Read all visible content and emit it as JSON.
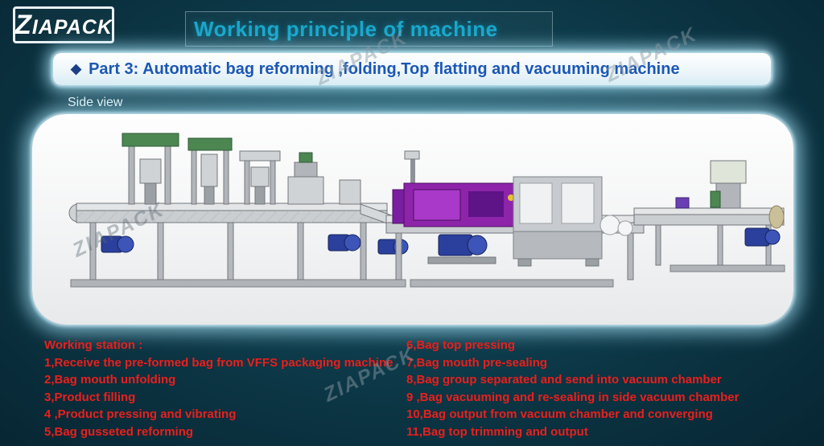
{
  "logo": {
    "text": "ZIAPACK"
  },
  "header": {
    "title": "Working principle of machine"
  },
  "banner": {
    "diamond": "◆",
    "text": "Part 3: Automatic bag reforming ,folding,Top flatting and vacuuming machine"
  },
  "side_view_label": "Side view",
  "watermark": "ZIAPACK",
  "working_stations": {
    "heading": "Working station :",
    "left": [
      "1,Receive the pre-formed bag from VFFS packaging machine",
      "2,Bag mouth unfolding",
      "3,Product filling",
      "4 ,Product pressing and vibrating",
      "5,Bag gusseted reforming"
    ],
    "right": [
      "6,Bag top pressing",
      "7,Bag mouth pre-sealing",
      "8,Bag group separated and send into vacuum chamber",
      "9 ,Bag vacuuming and re-sealing in side vacuum chamber",
      "10,Bag output from vacuum chamber and converging",
      "11,Bag top trimming and output"
    ]
  },
  "colors": {
    "background": "#0e3e4e",
    "title_accent": "#18a7cb",
    "banner_text": "#1b57b5",
    "station_text": "#e32220",
    "glow": "#aae6fa",
    "machine_purple": "#8e24aa",
    "machine_green": "#4c8752",
    "motor_blue": "#2b3f9c"
  }
}
